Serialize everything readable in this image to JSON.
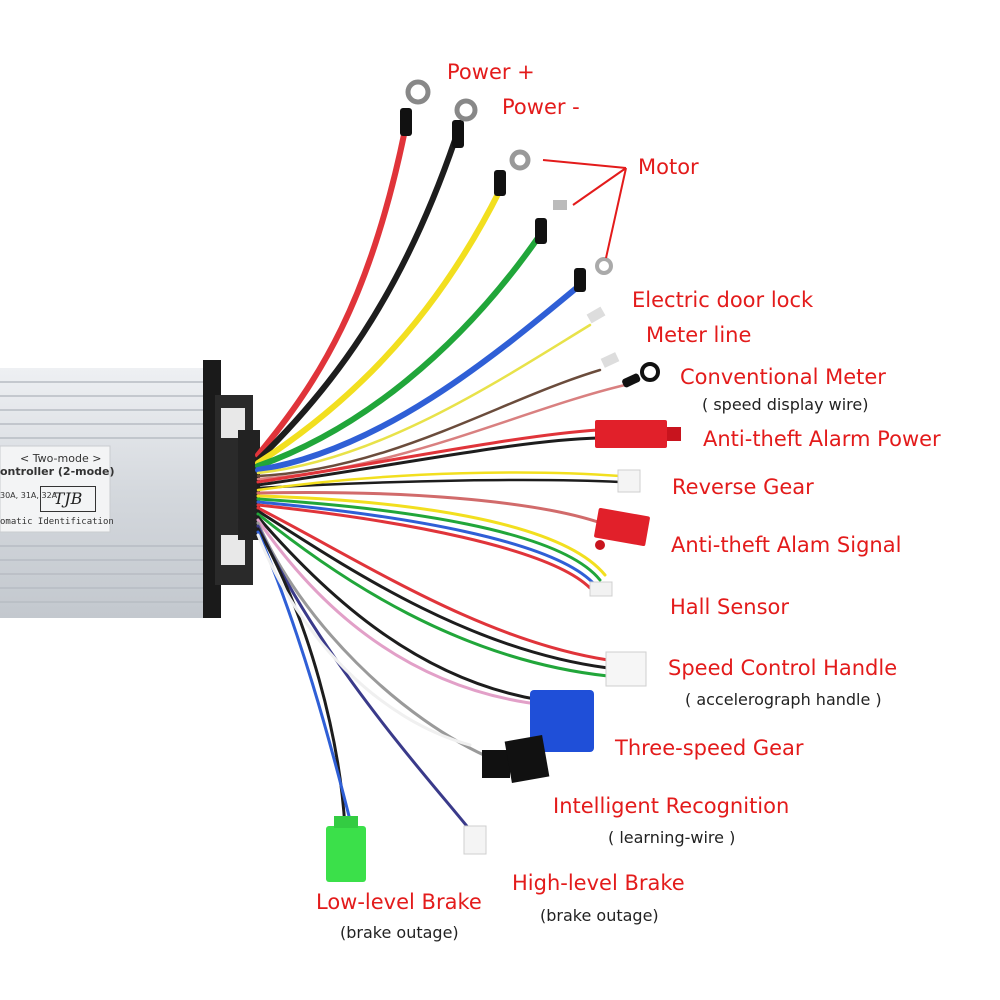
{
  "controller": {
    "mode_title": "< Two-mode >",
    "name_line": "ontroller (2-mode)",
    "spec_line": "30A, 31A, 32A",
    "brand": "TJB",
    "ident_line": "omatic Identification"
  },
  "labels": {
    "power_plus": "Power +",
    "power_minus": "Power -",
    "motor": "Motor",
    "door_lock": "Electric door lock",
    "meter_line": "Meter line",
    "conventional_meter": "Conventional Meter",
    "conventional_meter_sub": "( speed display wire)",
    "alarm_power": "Anti-theft Alarm Power",
    "reverse_gear": "Reverse Gear",
    "alarm_signal": "Anti-theft Alam Signal",
    "hall_sensor": "Hall Sensor",
    "speed_handle": "Speed Control Handle",
    "speed_handle_sub": "( accelerograph handle )",
    "three_speed": "Three-speed Gear",
    "intelligent": "Intelligent Recognition",
    "intelligent_sub": "( learning-wire )",
    "high_brake": "High-level Brake",
    "high_brake_sub": "(brake outage)",
    "low_brake": "Low-level Brake",
    "low_brake_sub": "(brake outage)"
  },
  "colors": {
    "label": "#e31b1b",
    "wire_red": "#e0343a",
    "wire_black": "#1d1d1d",
    "wire_yellow": "#f2df1f",
    "wire_green": "#21a63a",
    "wire_blue": "#2f5fd6",
    "connector_red": "#e1202a",
    "connector_blue": "#1f4fd8",
    "connector_green": "#3be04a",
    "case_silver": "#d9dde2"
  }
}
